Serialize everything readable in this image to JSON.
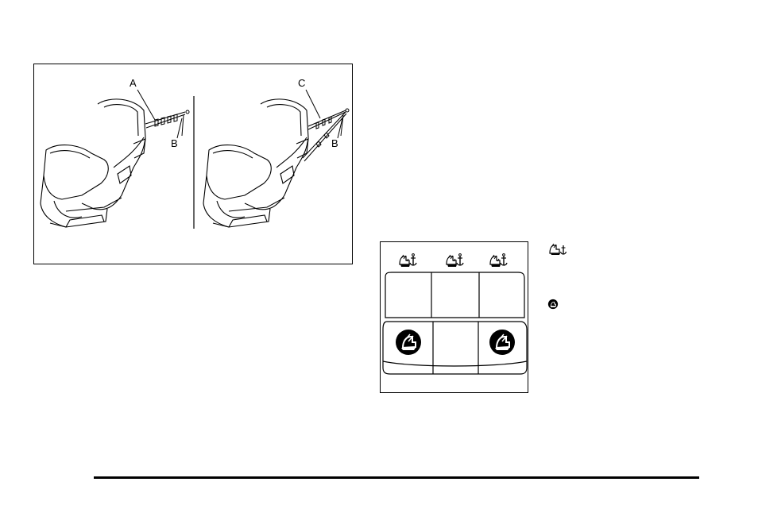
{
  "tether_figure": {
    "left_panel": {
      "label_top": "A",
      "label_bottom": "B"
    },
    "right_panel": {
      "label_top": "C",
      "label_bottom": "B"
    }
  },
  "seat_figure": {
    "top_icons": [
      "tether-anchor-icon",
      "tether-anchor-icon",
      "tether-anchor-icon"
    ],
    "lower_icons": [
      "lower-anchor-icon",
      "lower-anchor-icon"
    ]
  },
  "legend": {
    "items": [
      {
        "icon": "tether-anchor-icon"
      },
      {
        "icon": "lower-anchor-icon"
      }
    ]
  }
}
